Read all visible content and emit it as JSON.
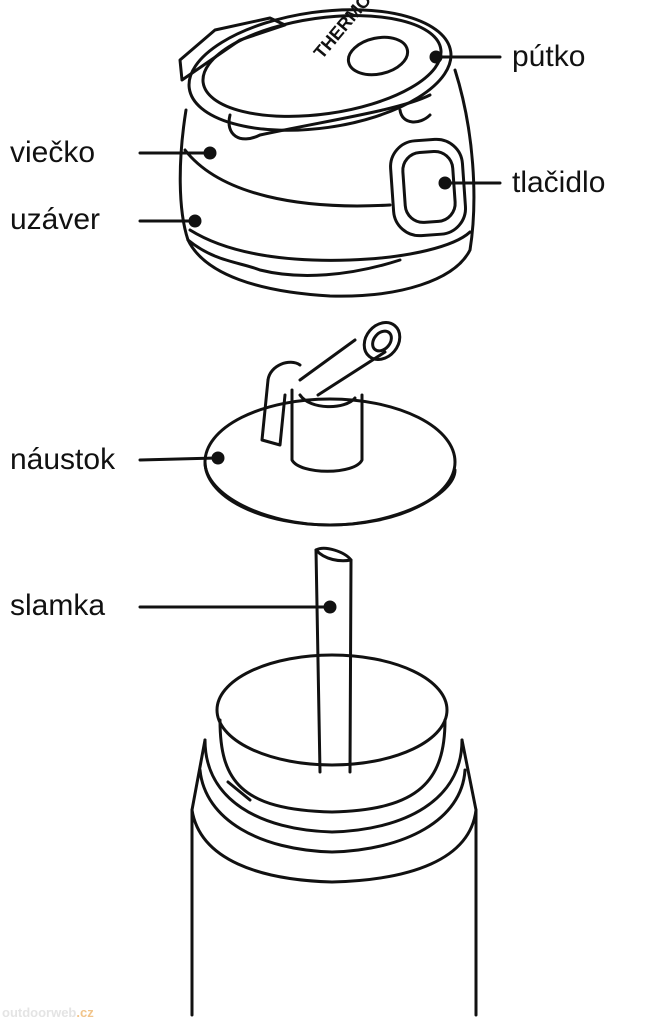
{
  "labels": {
    "putko": "pútko",
    "viecko": "viečko",
    "uzaver": "uzáver",
    "tlacidlo": "tlačidlo",
    "naustok": "náustok",
    "slamka": "slamka"
  },
  "logo_text": "THERMOS.",
  "watermark": {
    "main": "outdoorweb",
    "tld": ".cz"
  }
}
